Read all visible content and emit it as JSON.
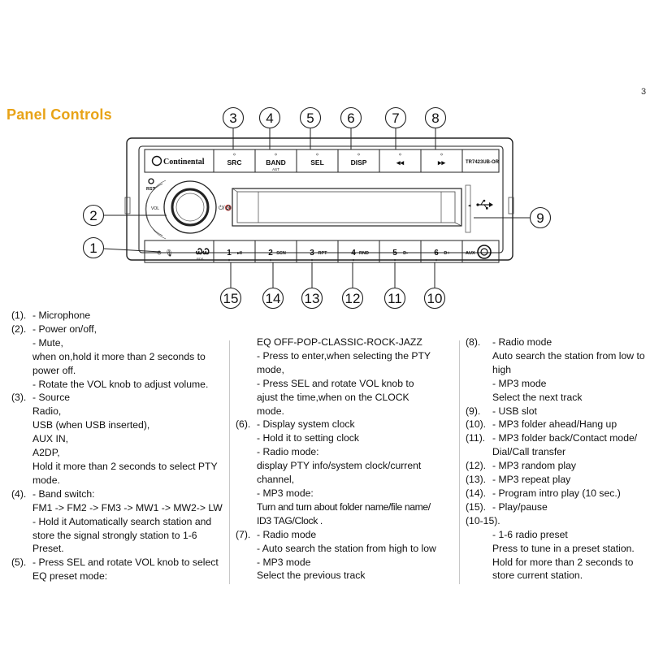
{
  "page_number": "3",
  "title": "Panel Controls",
  "device": {
    "brand": "Continental",
    "model": "TR7423UB-OR",
    "top_buttons": [
      {
        "label": "SRC",
        "sub": ""
      },
      {
        "label": "BAND",
        "sub": "AST"
      },
      {
        "label": "SEL",
        "sub": ""
      },
      {
        "label": "DISP",
        "sub": ""
      },
      {
        "label": "◂◂",
        "sub": ""
      },
      {
        "label": "▸▸",
        "sub": ""
      }
    ],
    "preset_buttons": [
      {
        "num": "1",
        "label": "▸II"
      },
      {
        "num": "2",
        "label": "SCN"
      },
      {
        "num": "3",
        "label": "RPT"
      },
      {
        "num": "4",
        "label": "RND"
      },
      {
        "num": "5",
        "label": "D-"
      },
      {
        "num": "6",
        "label": "D+"
      }
    ],
    "rst_label": "RST",
    "vol_label": "VOL",
    "rds_label": "RDS",
    "aux_label": "AUX"
  },
  "callouts": {
    "top": [
      "3",
      "4",
      "5",
      "6",
      "7",
      "8"
    ],
    "bottom": [
      "15",
      "14",
      "13",
      "12",
      "11",
      "10"
    ],
    "left_upper": "2",
    "left_lower": "1",
    "right": "9"
  },
  "col1": [
    {
      "num": "(1).",
      "text": "- Microphone"
    },
    {
      "num": "(2).",
      "text": "- Power on/off,"
    },
    {
      "num": "",
      "text": "- Mute,"
    },
    {
      "num": "",
      "text": "when on,hold it more than 2 seconds to"
    },
    {
      "num": "",
      "text": "power off."
    },
    {
      "num": "",
      "text": "- Rotate the VOL knob to adjust volume."
    },
    {
      "num": "(3).",
      "text": "- Source"
    },
    {
      "num": "",
      "text": "Radio,"
    },
    {
      "num": "",
      "text": "USB (when USB inserted),"
    },
    {
      "num": "",
      "text": "AUX IN,"
    },
    {
      "num": "",
      "text": "A2DP,"
    },
    {
      "num": "",
      "text": "Hold it more than 2 seconds to select PTY"
    },
    {
      "num": "",
      "text": "mode."
    },
    {
      "num": "(4).",
      "text": "- Band switch:"
    },
    {
      "num": "",
      "text": "FM1 -> FM2 -> FM3 -> MW1 -> MW2-> LW"
    },
    {
      "num": "",
      "text": "- Hold it  Automatically search station and"
    },
    {
      "num": "",
      "text": "store the signal strongly station to 1-6"
    },
    {
      "num": "",
      "text": "Preset."
    },
    {
      "num": "(5).",
      "text": "- Press SEL and rotate VOL knob to select"
    },
    {
      "num": "",
      "text": "EQ preset mode:"
    }
  ],
  "col2": [
    {
      "num": "",
      "text": "EQ OFF-POP-CLASSIC-ROCK-JAZZ"
    },
    {
      "num": "",
      "text": "- Press to enter,when selecting the PTY"
    },
    {
      "num": "",
      "text": "mode,"
    },
    {
      "num": "",
      "text": "- Press SEL and rotate VOL knob to"
    },
    {
      "num": "",
      "text": "ajust the time,when on the CLOCK"
    },
    {
      "num": "",
      "text": "mode."
    },
    {
      "num": "(6).",
      "text": "- Display system clock"
    },
    {
      "num": "",
      "text": "- Hold it to setting clock"
    },
    {
      "num": "",
      "text": "- Radio mode:"
    },
    {
      "num": "",
      "text": "display PTY info/system clock/current"
    },
    {
      "num": "",
      "text": "channel,"
    },
    {
      "num": "",
      "text": "- MP3 mode:"
    },
    {
      "num": "",
      "text": "Turn and turn about folder name/file name/"
    },
    {
      "num": "",
      "text": "ID3 TAG/Clock ."
    },
    {
      "num": "(7).",
      "text": "- Radio mode"
    },
    {
      "num": "",
      "text": "- Auto search the station from high to low"
    },
    {
      "num": "",
      "text": "- MP3 mode"
    },
    {
      "num": "",
      "text": "Select the previous track"
    }
  ],
  "col3": [
    {
      "num": "(8).",
      "text": "- Radio mode"
    },
    {
      "num": "",
      "text": "Auto search the station from low to"
    },
    {
      "num": "",
      "text": "high"
    },
    {
      "num": "",
      "text": "- MP3 mode"
    },
    {
      "num": "",
      "text": "Select the next track"
    },
    {
      "num": "(9).",
      "text": "- USB slot"
    },
    {
      "num": "(10).",
      "text": "- MP3 folder ahead/Hang up"
    },
    {
      "num": "(11).",
      "text": "- MP3 folder back/Contact mode/"
    },
    {
      "num": "",
      "text": "Dial/Call transfer"
    },
    {
      "num": "(12).",
      "text": "- MP3 random play"
    },
    {
      "num": "(13).",
      "text": "- MP3 repeat play"
    },
    {
      "num": "(14).",
      "text": "- Program intro play (10 sec.)"
    },
    {
      "num": "(15).",
      "text": "- Play/pause"
    },
    {
      "num": "(10-15).",
      "text": ""
    },
    {
      "num": "",
      "text": "- 1-6 radio preset"
    },
    {
      "num": "",
      "text": "Press to tune in a preset station."
    },
    {
      "num": "",
      "text": "Hold for more than 2 seconds to"
    },
    {
      "num": "",
      "text": "store current station."
    }
  ]
}
